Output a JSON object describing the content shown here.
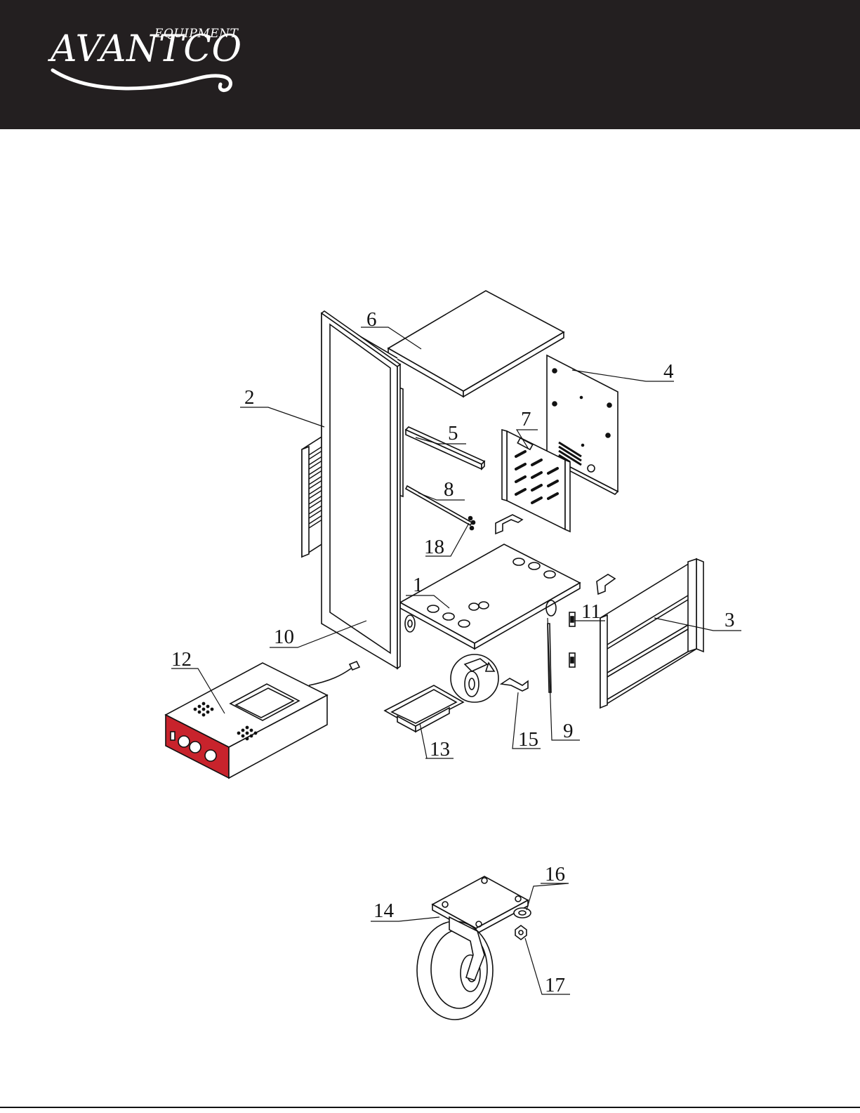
{
  "brand": {
    "small": "EQUIPMENT",
    "name": "AVANTCO"
  },
  "callouts": {
    "c1": "1",
    "c2": "2",
    "c3": "3",
    "c4": "4",
    "c5": "5",
    "c6": "6",
    "c7": "7",
    "c8": "8",
    "c9": "9",
    "c10": "10",
    "c11": "11",
    "c12": "12",
    "c13": "13",
    "c14": "14",
    "c15": "15",
    "c16": "16",
    "c17": "17",
    "c18": "18"
  },
  "colors": {
    "header_bg": "#231f20",
    "control_panel": "#c8232c",
    "line": "#111111"
  }
}
